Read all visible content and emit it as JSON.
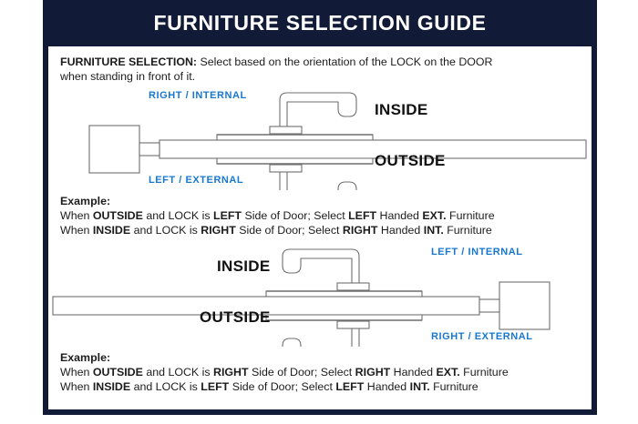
{
  "header": {
    "title": "FURNITURE SELECTION GUIDE",
    "background_color": "#111a36",
    "text_color": "#ffffff"
  },
  "intro": {
    "label": "FURNITURE SELECTION:",
    "text_line_1": "Select based on the orientation of the LOCK on the DOOR",
    "text_line_2": "when standing in front of it."
  },
  "colors": {
    "navy": "#111a36",
    "blue_label": "#1878d0",
    "black_label": "#111111",
    "line": "#6f6f6f",
    "body_text": "#1c1c1c"
  },
  "diagram_1": {
    "name": "lock-on-left-diagram",
    "labels": {
      "top_blue": "RIGHT / INTERNAL",
      "bottom_blue": "LEFT / EXTERNAL",
      "top_black": "INSIDE",
      "bottom_black": "OUTSIDE"
    },
    "lock_side": "left"
  },
  "diagram_2": {
    "name": "lock-on-right-diagram",
    "labels": {
      "top_blue": "LEFT / INTERNAL",
      "bottom_blue": "RIGHT / EXTERNAL",
      "top_black": "INSIDE",
      "bottom_black": "OUTSIDE"
    },
    "lock_side": "right"
  },
  "example_1": {
    "heading": "Example:",
    "line_1": {
      "prefix": "When ",
      "b1": "OUTSIDE",
      "mid1": " and LOCK is ",
      "b2": "LEFT",
      "mid2": " Side of Door;   Select ",
      "b3": "LEFT",
      "mid3": " Handed ",
      "b4": "EXT.",
      "suffix": " Furniture"
    },
    "line_2": {
      "prefix": "When ",
      "b1": "INSIDE",
      "mid1": " and LOCK is ",
      "b2": "RIGHT",
      "mid2": " Side of Door;  Select ",
      "b3": "RIGHT",
      "mid3": " Handed ",
      "b4": "INT.",
      "suffix": " Furniture"
    }
  },
  "example_2": {
    "heading": "Example:",
    "line_1": {
      "prefix": "When ",
      "b1": "OUTSIDE",
      "mid1": " and LOCK is ",
      "b2": "RIGHT",
      "mid2": " Side of Door;   Select ",
      "b3": "RIGHT",
      "mid3": " Handed ",
      "b4": "EXT.",
      "suffix": " Furniture"
    },
    "line_2": {
      "prefix": "When ",
      "b1": "INSIDE",
      "mid1": " and LOCK is ",
      "b2": "LEFT",
      "mid2": " Side of Door;  Select ",
      "b3": "LEFT",
      "mid3": " Handed ",
      "b4": "INT.",
      "suffix": " Furniture"
    }
  }
}
